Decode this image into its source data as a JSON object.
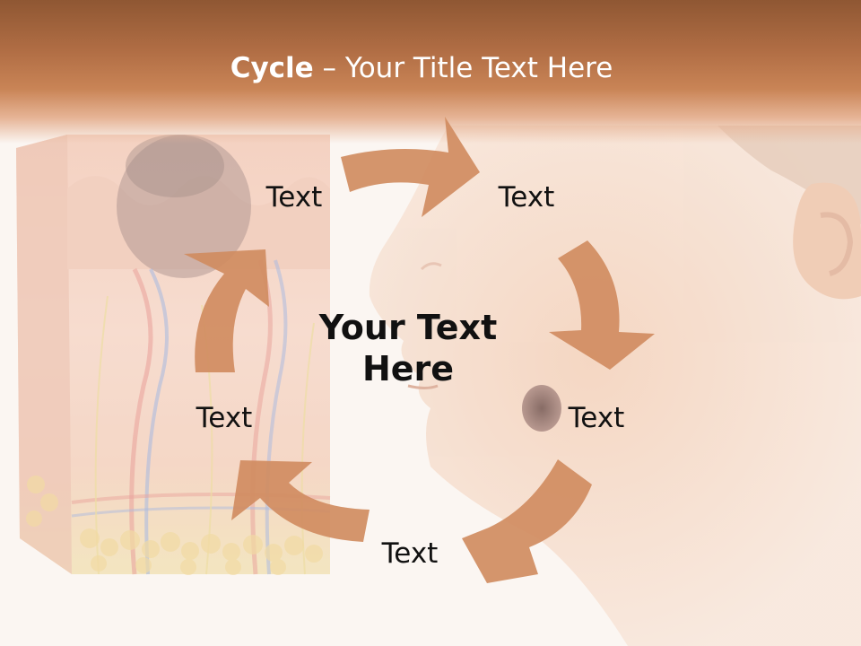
{
  "slide": {
    "title_bold": "Cycle",
    "title_rest": " – Your Title Text Here",
    "center_line1": "Your Text",
    "center_line2": "Here",
    "cycle_labels": [
      "Text",
      "Text",
      "Text",
      "Text",
      "Text"
    ]
  },
  "colors": {
    "header": "#b06d44",
    "arrow": "#d08c61",
    "background": "#fbf6f2"
  },
  "icons": {
    "background_left": "skin-cross-section-illustration",
    "background_right": "face-with-mole-illustration"
  }
}
